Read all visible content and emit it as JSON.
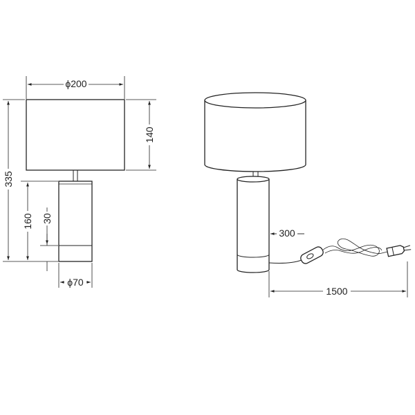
{
  "front_view": {
    "shade_diameter": "ϕ200",
    "shade_height": "140",
    "total_height": "335",
    "base_height": "160",
    "ring_height": "30",
    "base_diameter": "ϕ70"
  },
  "side_view": {
    "switch_distance": "300",
    "cable_length": "1500"
  }
}
